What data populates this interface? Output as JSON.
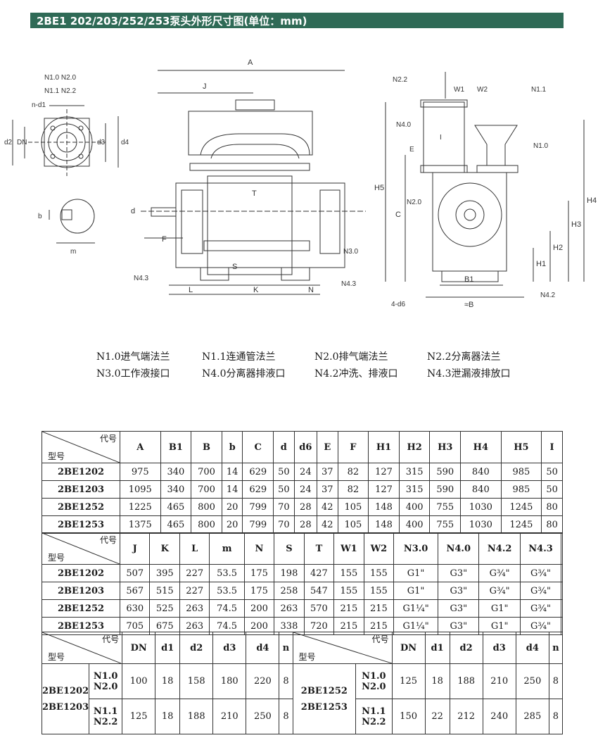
{
  "header": {
    "title": "2BE1 202/203/252/253泵头外形尺寸图(单位：mm)"
  },
  "drawing_labels": {
    "A": "A",
    "J": "J",
    "T": "T",
    "S": "S",
    "K": "K",
    "L": "L",
    "N": "N",
    "F": "F",
    "d": "d",
    "n1_0_n2_0": "N1.0 N2.0",
    "n1_1_n2_2": "N1.1 N2.2",
    "n_d1": "n-d1",
    "d2": "d2",
    "DN": "DN",
    "d3": "d3",
    "d4": "d4",
    "b": "b",
    "m": "m",
    "N3_0": "N3.0",
    "N4_3a": "N4.3",
    "N4_3b": "N4.3",
    "N2_2": "N2.2",
    "W1": "W1",
    "W2": "W2",
    "N1_1": "N1.1",
    "N4_0": "N4.0",
    "E": "E",
    "I": "I",
    "N1_0": "N1.0",
    "N2_0": "N2.0",
    "H5": "H5",
    "C": "C",
    "H4": "H4",
    "H3": "H3",
    "H2": "H2",
    "H1": "H1",
    "B1": "B1",
    "B": "≈B",
    "d6": "4-d6",
    "N4_2": "N4.2"
  },
  "legend": [
    "N1.0进气端法兰",
    "N1.1连通管法兰",
    "N2.0排气端法兰",
    "N2.2分离器法兰",
    "N3.0工作液接口",
    "N4.0分离器排液口",
    "N4.2冲洗、排液口",
    "N4.3泄漏液排放口"
  ],
  "table1": {
    "code_label": "代号",
    "model_label": "型号",
    "headers": [
      "A",
      "B1",
      "B",
      "b",
      "C",
      "d",
      "d6",
      "E",
      "F",
      "H1",
      "H2",
      "H3",
      "H4",
      "H5",
      "I"
    ],
    "rows": [
      {
        "model": "2BE1202",
        "values": [
          "975",
          "340",
          "700",
          "14",
          "629",
          "50",
          "24",
          "37",
          "82",
          "127",
          "315",
          "590",
          "840",
          "985",
          "50"
        ]
      },
      {
        "model": "2BE1203",
        "values": [
          "1095",
          "340",
          "700",
          "14",
          "629",
          "50",
          "24",
          "37",
          "82",
          "127",
          "315",
          "590",
          "840",
          "985",
          "50"
        ]
      },
      {
        "model": "2BE1252",
        "values": [
          "1225",
          "465",
          "800",
          "20",
          "799",
          "70",
          "28",
          "42",
          "105",
          "148",
          "400",
          "755",
          "1030",
          "1245",
          "80"
        ]
      },
      {
        "model": "2BE1253",
        "values": [
          "1375",
          "465",
          "800",
          "20",
          "799",
          "70",
          "28",
          "42",
          "105",
          "148",
          "400",
          "755",
          "1030",
          "1245",
          "80"
        ]
      }
    ]
  },
  "table2": {
    "code_label": "代号",
    "model_label": "型号",
    "headers": [
      "J",
      "K",
      "L",
      "m",
      "N",
      "S",
      "T",
      "W1",
      "W2",
      "N3.0",
      "N4.0",
      "N4.2",
      "N4.3"
    ],
    "rows": [
      {
        "model": "2BE1202",
        "values": [
          "507",
          "395",
          "227",
          "53.5",
          "175",
          "198",
          "427",
          "155",
          "155",
          "G1\"",
          "G3\"",
          "G¾\"",
          "G¾\""
        ]
      },
      {
        "model": "2BE1203",
        "values": [
          "567",
          "515",
          "227",
          "53.5",
          "175",
          "258",
          "547",
          "155",
          "155",
          "G1\"",
          "G3\"",
          "G¾\"",
          "G¾\""
        ]
      },
      {
        "model": "2BE1252",
        "values": [
          "630",
          "525",
          "263",
          "74.5",
          "200",
          "263",
          "570",
          "215",
          "215",
          "G1¼\"",
          "G3\"",
          "G1\"",
          "G¾\""
        ]
      },
      {
        "model": "2BE1253",
        "values": [
          "705",
          "675",
          "263",
          "74.5",
          "200",
          "338",
          "720",
          "215",
          "215",
          "G1¼\"",
          "G3\"",
          "G1\"",
          "G¾\""
        ]
      }
    ]
  },
  "table3": {
    "code_label": "代号",
    "model_label": "型号",
    "headers": [
      "DN",
      "d1",
      "d2",
      "d3",
      "d4",
      "n"
    ],
    "left": {
      "model_a": "2BE1202",
      "model_b": "2BE1203",
      "rows": [
        {
          "flange": [
            "N1.0",
            "N2.0"
          ],
          "values": [
            "100",
            "18",
            "158",
            "180",
            "220",
            "8"
          ]
        },
        {
          "flange": [
            "N1.1",
            "N2.2"
          ],
          "values": [
            "125",
            "18",
            "188",
            "210",
            "250",
            "8"
          ]
        }
      ]
    },
    "right": {
      "model_a": "2BE1252",
      "model_b": "2BE1253",
      "rows": [
        {
          "flange": [
            "N1.0",
            "N2.0"
          ],
          "values": [
            "125",
            "18",
            "188",
            "210",
            "250",
            "8"
          ]
        },
        {
          "flange": [
            "N1.1",
            "N2.2"
          ],
          "values": [
            "150",
            "22",
            "212",
            "240",
            "285",
            "8"
          ]
        }
      ]
    }
  }
}
